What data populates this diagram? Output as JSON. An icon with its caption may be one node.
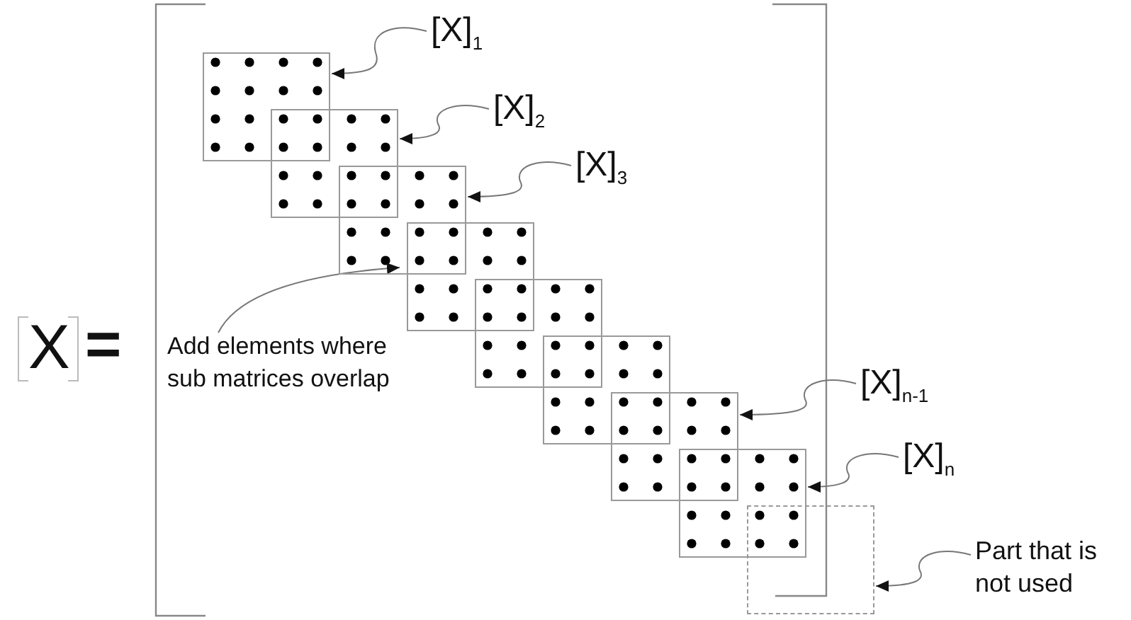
{
  "diagram": {
    "nodes": [
      {
        "text": [],
        "shape": "box"
      },
      {
        "text": [],
        "shape": "box"
      },
      {
        "text": [],
        "shape": "box"
      },
      {
        "text": [],
        "shape": "box"
      },
      {
        "text": [],
        "shape": "box"
      },
      {
        "text": [],
        "shape": "box"
      },
      {
        "text": [],
        "shape": "box"
      },
      {
        "text": [],
        "shape": "box"
      },
      {
        "text": [],
        "shape": "box"
      },
      {
        "text": [
          "[X]$_{1}$"
        ]
      },
      {
        "text": [
          "[X]$_{2}$"
        ]
      },
      {
        "text": [
          "[X]$_{3}$"
        ]
      },
      {
        "text": [
          "Add elements where sub matrices overlap"
        ]
      },
      {
        "text": [
          "[X]$_{n-1}$"
        ]
      },
      {
        "text": [
          "[X]$_{n}$"
        ]
      },
      {
        "text": [
          "Part that is not used"
        ]
      }
    ],
    "edges": [
      {
        "from": 9,
        "to": 0,
        "arrow": "to"
      },
      {
        "from": 10,
        "to": 1,
        "arrow": "to"
      },
      {
        "from": 11,
        "to": 2,
        "arrow": "to"
      },
      {
        "from": 12,
        "to": 2,
        "arrow": "to"
      },
      {
        "from": 13,
        "to": 6,
        "arrow": "to"
      },
      {
        "from": 14,
        "to": 7,
        "arrow": "to"
      },
      {
        "from": 15,
        "to": 8,
        "arrow": "to"
      }
    ],
    "labels": [
      "X",
      "="
    ]
  }
}
